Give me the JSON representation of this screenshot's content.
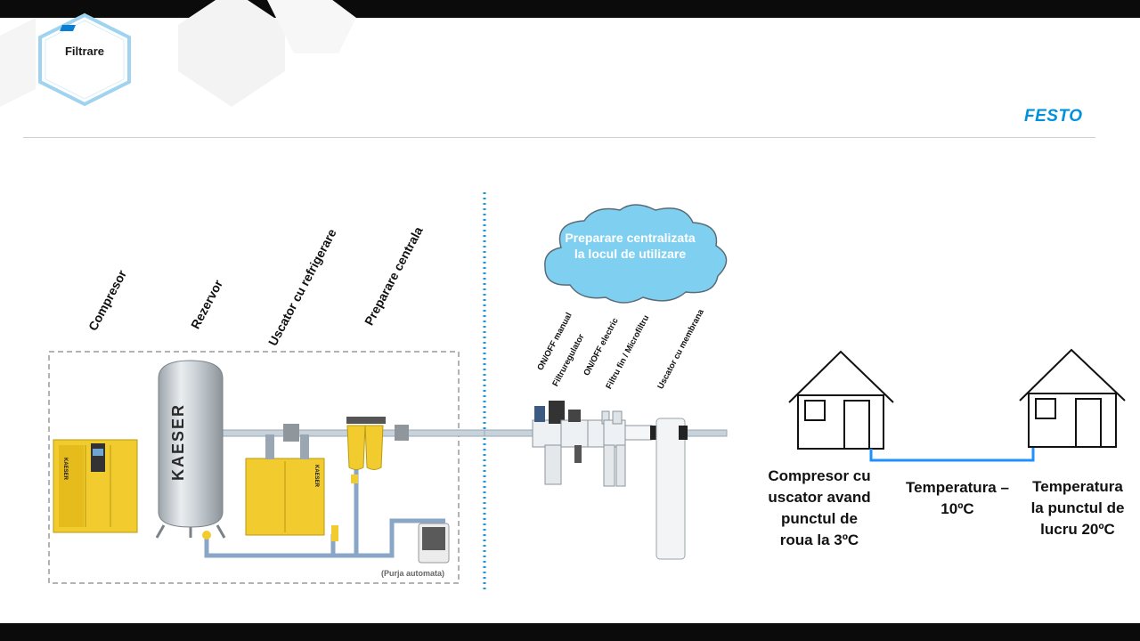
{
  "header": {
    "section_title": "Filtrare",
    "brand": "FESTO"
  },
  "central_equipment_labels": [
    "Compresor",
    "Rezervor",
    "Uscator cu refrigerare",
    "Preparare centrala"
  ],
  "point_of_use_labels": [
    "ON/OFF manual",
    "Filtruregulator",
    "ON/OFF electric",
    "Filtru fin / Microfiltru",
    "Uscator cu membrana"
  ],
  "equipment_text": {
    "tank_brand": "KAESER",
    "compressor_brand": "KAESER",
    "dryer_brand": "KAESER",
    "drain_note": "(Purja automata)"
  },
  "cloud": {
    "text": "Preparare centralizata la locul de utilizare",
    "color": "#7fd0f0"
  },
  "comparison": {
    "left_house": "Compresor cu uscator avand punctul de roua la 3ºC",
    "pipe_label": "Temperatura – 10ºC",
    "right_house": "Temperatura la punctul de lucru 20ºC",
    "pipe_color": "#1e90ff"
  },
  "colors": {
    "accent": "#0091dc",
    "equipment_yellow": "#f2cc2e",
    "divider_dotted": "#1c8fd6"
  }
}
